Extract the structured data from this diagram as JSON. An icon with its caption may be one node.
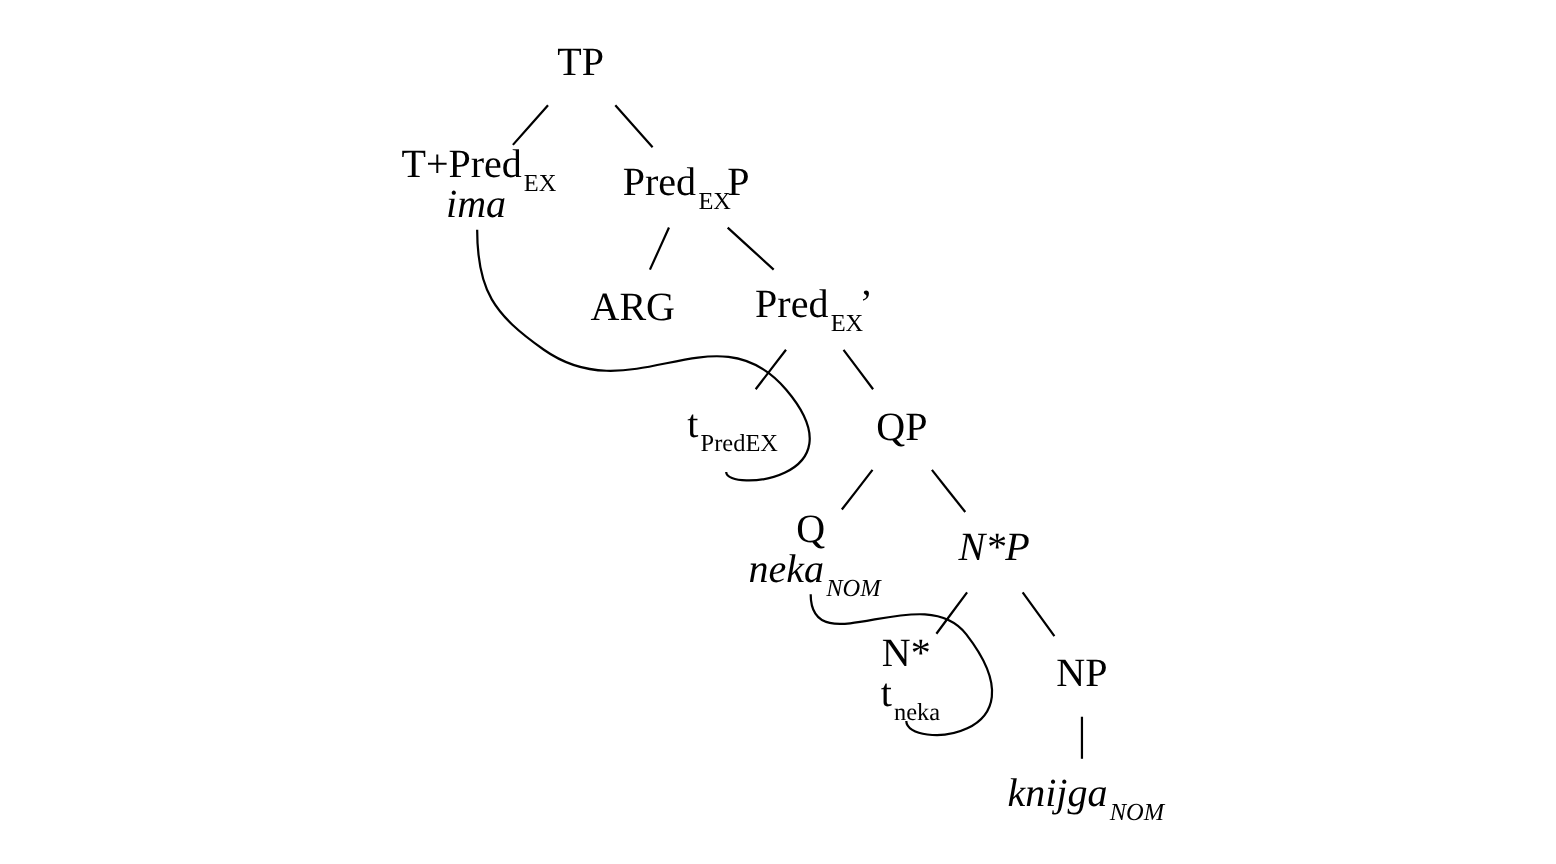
{
  "diagram": {
    "nodes": [
      {
        "text": [
          "TP"
        ]
      },
      {
        "text": [
          "T+Pred$_{EX}$",
          "ima"
        ]
      },
      {
        "text": [
          "Pred$_{EX}$P"
        ]
      },
      {
        "text": [
          "ARG"
        ]
      },
      {
        "text": [
          "Pred$_{EX}$’"
        ]
      },
      {
        "text": [
          "t$_{PredEX}$"
        ]
      },
      {
        "text": [
          "QP"
        ]
      },
      {
        "text": [
          "Q",
          "neka$_{NOM}$"
        ]
      },
      {
        "text": [
          "N*P"
        ]
      },
      {
        "text": [
          "N*",
          "t$_{neka}$"
        ]
      },
      {
        "text": [
          "NP"
        ]
      },
      {
        "text": [
          "knijga$_{NOM}$"
        ]
      }
    ],
    "edges": [
      {
        "from": 0,
        "to": 1,
        "arrow": "none"
      },
      {
        "from": 0,
        "to": 2,
        "arrow": "none"
      },
      {
        "from": 2,
        "to": 3,
        "arrow": "none"
      },
      {
        "from": 2,
        "to": 4,
        "arrow": "none"
      },
      {
        "from": 4,
        "to": 5,
        "arrow": "none"
      },
      {
        "from": 4,
        "to": 6,
        "arrow": "none"
      },
      {
        "from": 6,
        "to": 7,
        "arrow": "none"
      },
      {
        "from": 6,
        "to": 8,
        "arrow": "none"
      },
      {
        "from": 8,
        "to": 9,
        "arrow": "none"
      },
      {
        "from": 8,
        "to": 10,
        "arrow": "none"
      },
      {
        "from": 10,
        "to": 11,
        "arrow": "none"
      },
      {
        "from": 1,
        "to": 5,
        "arrow": "none"
      },
      {
        "from": 7,
        "to": 9,
        "arrow": "none"
      }
    ]
  }
}
